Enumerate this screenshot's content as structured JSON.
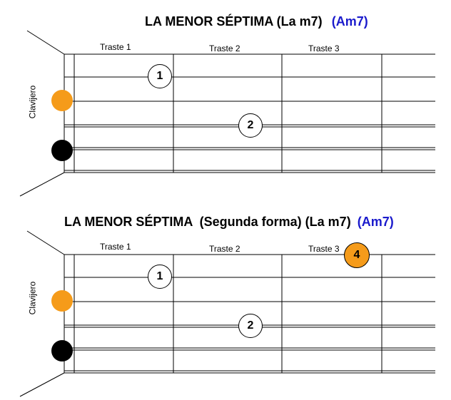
{
  "diagrams": [
    {
      "title_main": "LA MENOR SÉPTIMA (La m7)",
      "title_chord": "(Am7)",
      "frets": [
        "Traste 1",
        "Traste 2",
        "Traste 3"
      ],
      "peg_label": "Clavijero",
      "fingers": [
        {
          "label": "1",
          "fret": 1,
          "string": 1,
          "color": "#ffffff"
        },
        {
          "label": "2",
          "fret": 2,
          "string": 3,
          "color": "#ffffff"
        }
      ],
      "pegs": [
        {
          "name": "orange-peg",
          "color": "#f59b1a"
        },
        {
          "name": "black-peg",
          "color": "#000000"
        }
      ]
    },
    {
      "title_main": "LA MENOR SÉPTIMA  (Segunda forma) (La m7)",
      "title_chord": "(Am7)",
      "frets": [
        "Traste 1",
        "Traste 2",
        "Traste 3"
      ],
      "peg_label": "Clavijero",
      "fingers": [
        {
          "label": "1",
          "fret": 1,
          "string": 1,
          "color": "#ffffff"
        },
        {
          "label": "2",
          "fret": 2,
          "string": 3,
          "color": "#ffffff"
        },
        {
          "label": "4",
          "fret": 3,
          "string": 0,
          "color": "#f59b1a"
        }
      ],
      "pegs": [
        {
          "name": "orange-peg",
          "color": "#f59b1a"
        },
        {
          "name": "black-peg",
          "color": "#000000"
        }
      ]
    }
  ],
  "colors": {
    "chord_accent": "#1a1acc",
    "orange": "#f59b1a",
    "black": "#000000"
  }
}
